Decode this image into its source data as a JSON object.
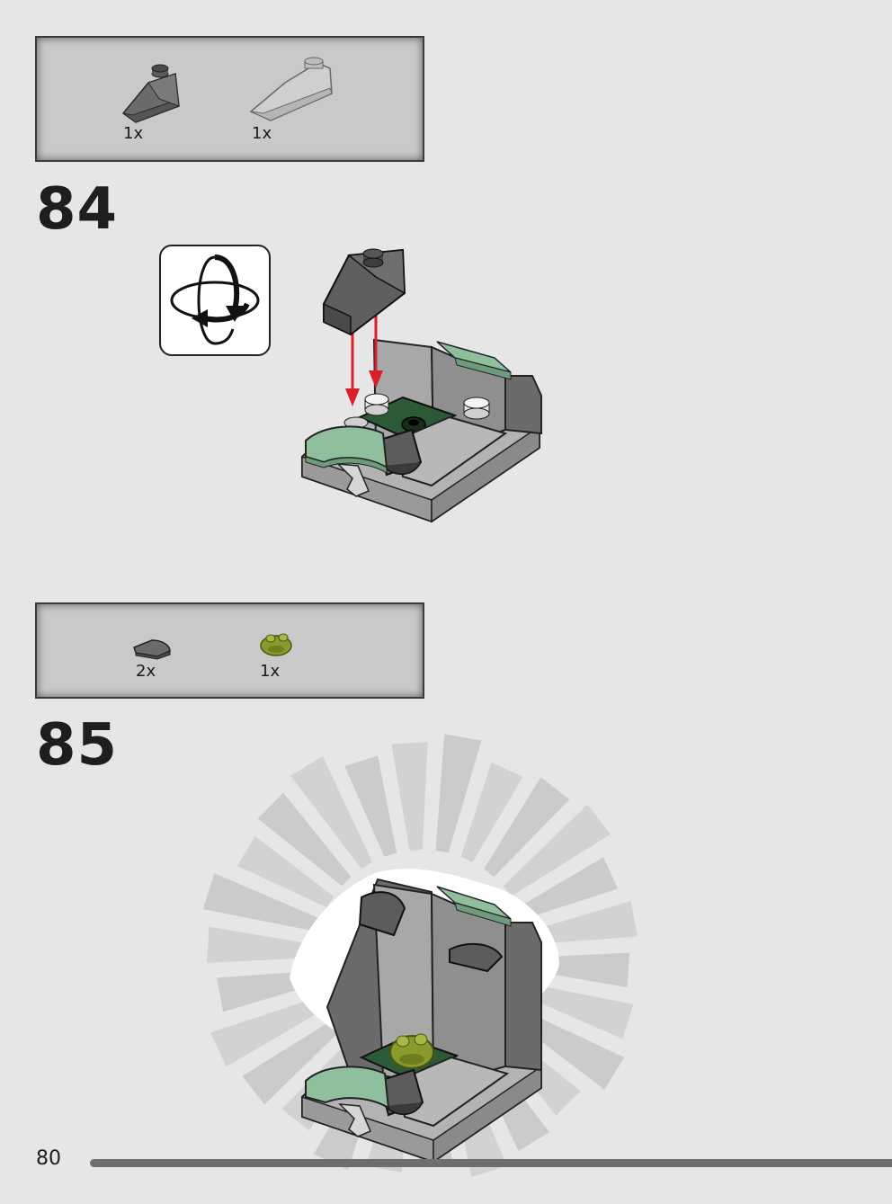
{
  "steps": [
    {
      "number": "84",
      "parts": [
        {
          "qty": "1x",
          "icon": "dark-gray-slope-2x1-icon",
          "color": "#6b6b6b"
        },
        {
          "qty": "1x",
          "icon": "light-gray-curved-slope-icon",
          "color": "#c6c6c6"
        }
      ],
      "rotate_icon": "rotate-model-icon"
    },
    {
      "number": "85",
      "parts": [
        {
          "qty": "2x",
          "icon": "dark-gray-quarter-tile-icon",
          "color": "#6b6b6b"
        },
        {
          "qty": "1x",
          "icon": "olive-frog-icon",
          "color": "#8a9a2e"
        }
      ]
    }
  ],
  "colors": {
    "page_bg": "#e6e6e6",
    "parts_box_bg": "#c9c9c9",
    "sand_green": "#8fbf9c",
    "dark_green": "#2d5a36",
    "arrow_red": "#d8202a"
  },
  "footer": {
    "page_number": "80"
  }
}
